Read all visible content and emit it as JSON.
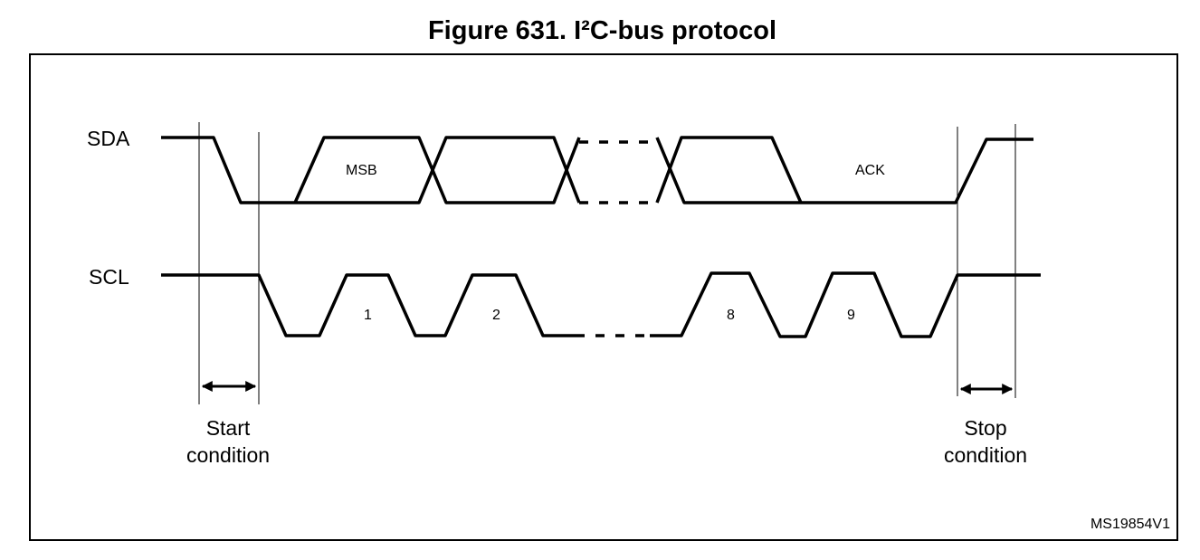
{
  "figure": {
    "title": "Figure 631. I²C-bus protocol",
    "reference": "MS19854V1"
  },
  "signals": {
    "sda_label": "SDA",
    "scl_label": "SCL"
  },
  "sda_bits": {
    "msb": "MSB",
    "ack": "ACK"
  },
  "scl_pulses": [
    "1",
    "2",
    "8",
    "9"
  ],
  "conditions": {
    "start": [
      "Start",
      "condition"
    ],
    "stop": [
      "Stop",
      "condition"
    ]
  }
}
